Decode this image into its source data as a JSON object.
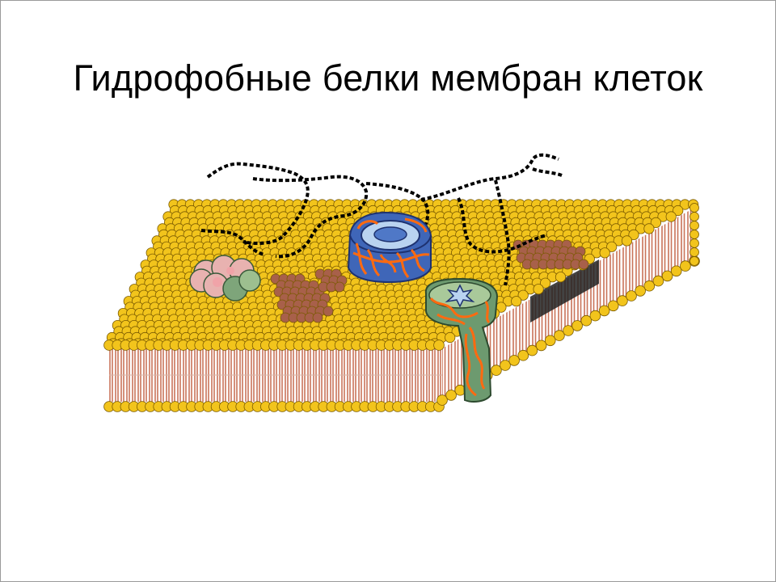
{
  "slide": {
    "title": "Гидрофобные белки мембран клеток"
  },
  "colors": {
    "lipid_head": "#f2c41c",
    "lipid_head_stroke": "#7a5a00",
    "lipid_tail": "#c9745a",
    "cholesterol_patch": "#a8604a",
    "protein_blue": "#3f66b8",
    "protein_green": "#6d9a6f",
    "protein_green_light": "#a9c99a",
    "protein_pink": "#f0a3a8",
    "chain_orange": "#ff6a10",
    "carbohydrate_chain": "#000000",
    "background": "#ffffff"
  },
  "diagram": {
    "subject": "lipid bilayer membrane with hydrophobic (integral) proteins",
    "components": [
      "phospholipid-bilayer",
      "glycoprotein-blue-barrel",
      "transmembrane-green-protein",
      "globular-protein-cluster",
      "cholesterol-patch",
      "carbohydrate-chains"
    ]
  }
}
